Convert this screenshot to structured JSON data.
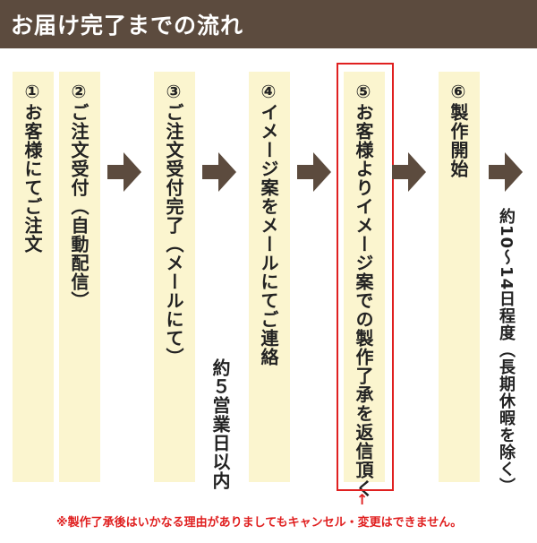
{
  "header": {
    "title": "お届け完了までの流れ"
  },
  "steps": [
    {
      "num": "①",
      "text": "お客様にてご注文"
    },
    {
      "num": "②",
      "text": "ご注文受付",
      "sub": "（自動配信）"
    },
    {
      "num": "③",
      "text": "ご注文受付完了",
      "sub": "（メールにて）"
    },
    {
      "num": "④",
      "text": "イメージ案をメールにてご連絡"
    },
    {
      "num": "⑤",
      "text": "お客様よりイメージ案での製作了承を返信頂く"
    },
    {
      "num": "⑥",
      "text": "製作開始"
    }
  ],
  "durations": {
    "approval": "約５営業日以内",
    "production": "約10〜14日程度",
    "production_note": "（長期休暇を除く）"
  },
  "note": "※製作了承後はいかなる理由がありましてもキャンセル・変更はできません。",
  "up_arrow": "↑",
  "colors": {
    "header_bg": "#5c4b3e",
    "column_bg": "#fbf5cf",
    "arrow": "#5c4b3e",
    "accent_red": "#e02020"
  }
}
